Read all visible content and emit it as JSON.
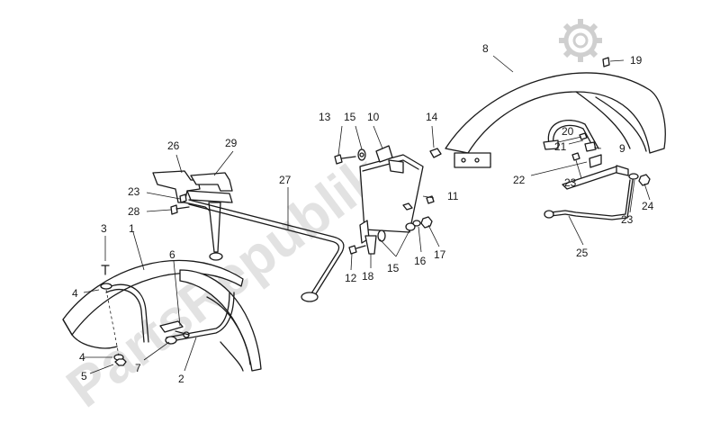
{
  "watermark": {
    "text": "PartsRepublik",
    "color": "#d9d9d9"
  },
  "icons": {
    "logo": "gear-icon"
  },
  "callouts": {
    "c1": "1",
    "c2": "2",
    "c3": "3",
    "c4a": "4",
    "c4b": "4",
    "c5": "5",
    "c6": "6",
    "c7": "7",
    "c8": "8",
    "c9": "9",
    "c10": "10",
    "c11": "11",
    "c12": "12",
    "c13": "13",
    "c14": "14",
    "c15a": "15",
    "c15b": "15",
    "c16": "16",
    "c17": "17",
    "c18": "18",
    "c19": "19",
    "c20": "20",
    "c21": "21",
    "c22": "22",
    "c23a": "23",
    "c23b": "23",
    "c23c": "23",
    "c24": "24",
    "c25": "25",
    "c26": "26",
    "c27": "27",
    "c28": "28",
    "c29": "29"
  }
}
